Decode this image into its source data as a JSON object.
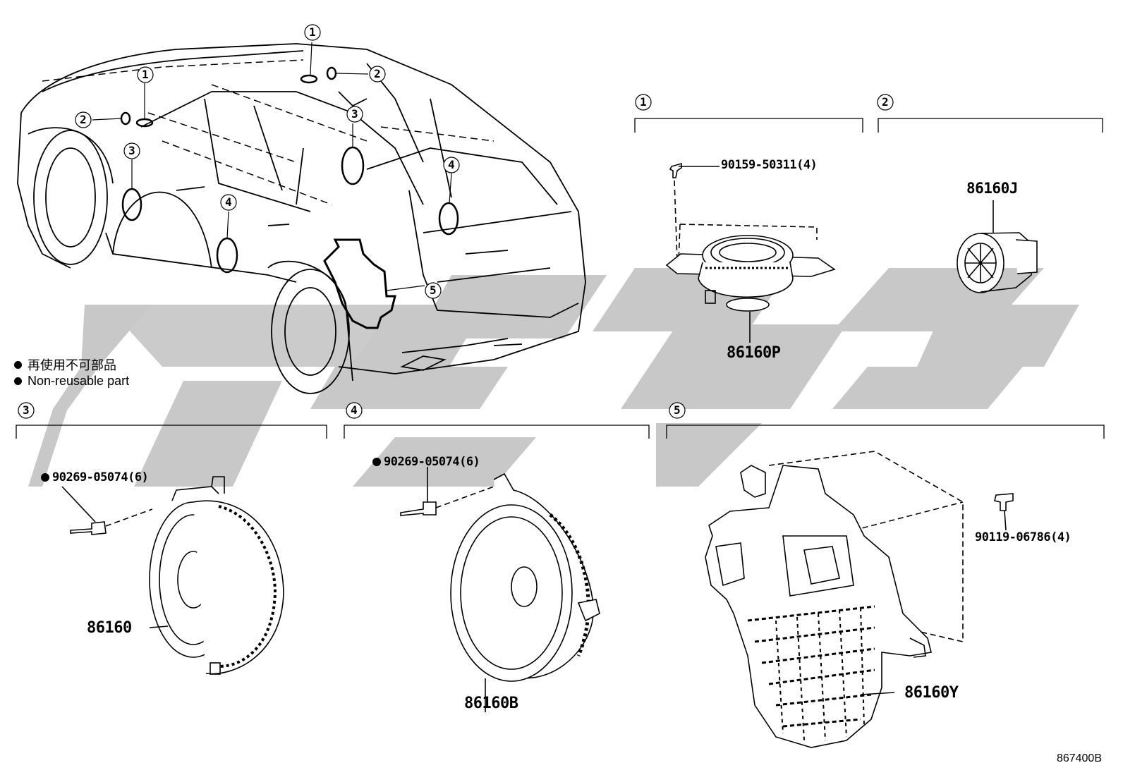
{
  "legend": {
    "marker_icon": "filled-circle-icon",
    "jp": "再使用不可部品",
    "en": "Non-reusable part"
  },
  "callouts": {
    "c1": "1",
    "c2": "2",
    "c3": "3",
    "c4": "4",
    "c5": "5"
  },
  "sections": [
    {
      "key": "1",
      "parts": [
        "90159-50311(4)",
        "86160P"
      ]
    },
    {
      "key": "2",
      "parts": [
        "86160J"
      ]
    },
    {
      "key": "3",
      "parts": [
        "90269-05074(6)",
        "86160"
      ]
    },
    {
      "key": "4",
      "parts": [
        "90269-05074(6)",
        "86160B"
      ]
    },
    {
      "key": "5",
      "parts": [
        "90119-06786(4)",
        "86160Y"
      ]
    }
  ],
  "parts": {
    "bolt_1": "90159-50311(4)",
    "speaker_1": "86160P",
    "tweeter_2": "86160J",
    "rivet_3": "90269-05074(6)",
    "speaker_3": "86160",
    "rivet_4": "90269-05074(6)",
    "speaker_4": "86160B",
    "bolt_5": "90119-06786(4)",
    "subwoofer_5": "86160Y"
  },
  "illustration_code": "867400B",
  "watermark_color": "#c8c8c8"
}
